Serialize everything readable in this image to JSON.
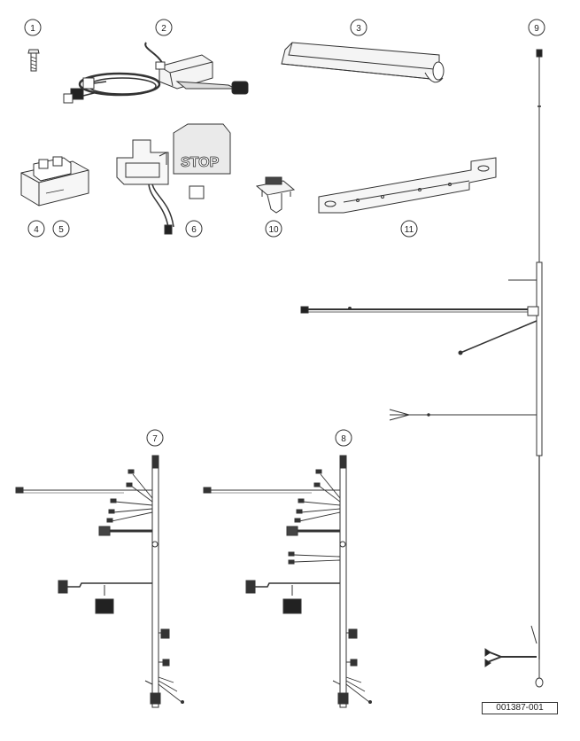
{
  "callouts": {
    "c1": "1",
    "c2": "2",
    "c3": "3",
    "c4": "4",
    "c5": "5",
    "c6": "6",
    "c7": "7",
    "c8": "8",
    "c9": "9",
    "c10": "10",
    "c11": "11"
  },
  "stop_decal_text": "STOP",
  "figure_ref": "001387-001"
}
